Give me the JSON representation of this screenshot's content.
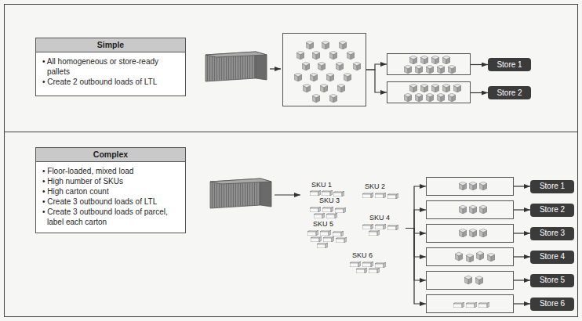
{
  "diagram": {
    "nodes": [
      {
        "text": [
          "Simple",
          "• All homogeneous or store-ready pallets",
          "• Create 2 outbound loads of LTL"
        ]
      },
      {
        "text": []
      },
      {
        "text": []
      },
      {
        "text": [
          "Store 1"
        ]
      },
      {
        "text": []
      },
      {
        "text": [
          "Store 2"
        ]
      },
      {
        "text": [
          "Complex",
          "• Floor-loaded, mixed load",
          "• High number of SKUs",
          "• High carton count",
          "• Create 3 outbound loads of LTL",
          "• Create 3 outbound loads of parcel, label each carton"
        ]
      },
      {
        "text": [
          "SKU 1",
          "SKU 2",
          "SKU 3",
          "SKU 4",
          "SKU 5",
          "SKU 6"
        ]
      },
      {
        "text": []
      },
      {
        "text": [
          "Store 1"
        ]
      },
      {
        "text": []
      },
      {
        "text": [
          "Store 2"
        ]
      },
      {
        "text": []
      },
      {
        "text": [
          "Store 3"
        ]
      },
      {
        "text": []
      },
      {
        "text": [
          "Store 4"
        ]
      },
      {
        "text": []
      },
      {
        "text": [
          "Store 5"
        ]
      },
      {
        "text": []
      },
      {
        "text": [
          "Store 6"
        ]
      }
    ],
    "edges": [
      {
        "from": 1,
        "to": 2,
        "arrow": "to"
      },
      {
        "from": 1,
        "to": 4,
        "arrow": "to"
      },
      {
        "from": 2,
        "to": 3,
        "arrow": "to"
      },
      {
        "from": 4,
        "to": 5,
        "arrow": "to"
      },
      {
        "from": 7,
        "to": 8,
        "arrow": "to"
      },
      {
        "from": 7,
        "to": 10,
        "arrow": "to"
      },
      {
        "from": 7,
        "to": 12,
        "arrow": "to"
      },
      {
        "from": 7,
        "to": 14,
        "arrow": "to"
      },
      {
        "from": 7,
        "to": 16,
        "arrow": "to"
      },
      {
        "from": 7,
        "to": 18,
        "arrow": "to"
      },
      {
        "from": 8,
        "to": 9,
        "arrow": "to"
      },
      {
        "from": 10,
        "to": 11,
        "arrow": "to"
      },
      {
        "from": 12,
        "to": 13,
        "arrow": "to"
      },
      {
        "from": 14,
        "to": 15,
        "arrow": "to"
      },
      {
        "from": 16,
        "to": 17,
        "arrow": "to"
      },
      {
        "from": 18,
        "to": 19,
        "arrow": "to"
      }
    ]
  }
}
